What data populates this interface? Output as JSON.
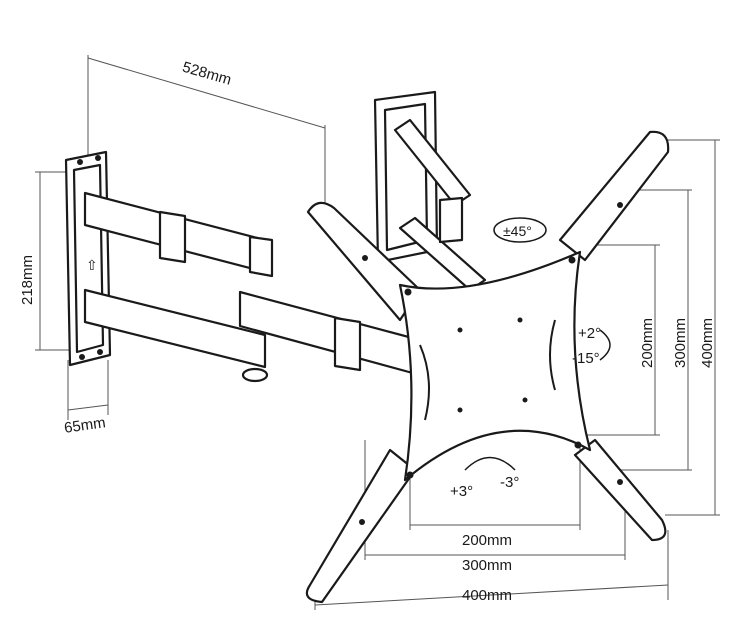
{
  "title": "TV wall mount dimension diagram",
  "dimensions": {
    "arm_extension": "528mm",
    "wall_plate_height": "218mm",
    "wall_depth": "65mm",
    "vesa_v_200": "200mm",
    "vesa_v_300": "300mm",
    "vesa_v_400": "400mm",
    "vesa_h_200": "200mm",
    "vesa_h_300": "300mm",
    "vesa_h_400": "400mm"
  },
  "angles": {
    "swivel": "±45°",
    "tilt_up": "+2°",
    "tilt_down": "-15°",
    "rotate_pos": "+3°",
    "rotate_neg": "-3°"
  },
  "colors": {
    "line": "#1a1a1a",
    "background": "#ffffff"
  }
}
